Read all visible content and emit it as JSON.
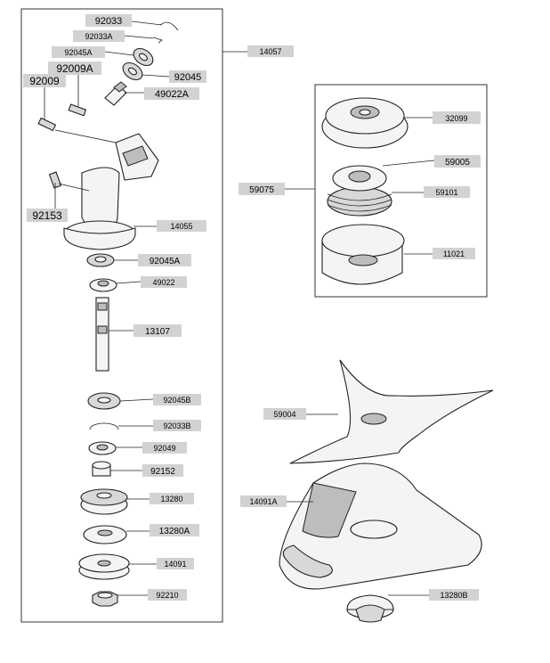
{
  "labels": {
    "p92033": "92033",
    "p92033A": "92033A",
    "p92045A_top": "92045A",
    "p92009A": "92009A",
    "p92009": "92009",
    "p92045_top": "92045",
    "p49022A": "49022A",
    "p14057": "14057",
    "p92153": "92153",
    "p14055": "14055",
    "p92045A": "92045A",
    "p49022": "49022",
    "p13107": "13107",
    "p92045B": "92045B",
    "p92033B": "92033B",
    "p92049": "92049",
    "p92152": "92152",
    "p13280": "13280",
    "p13280A": "13280A",
    "p14091": "14091",
    "p92210": "92210",
    "p32099": "32099",
    "p59005": "59005",
    "p59075": "59075",
    "p59101": "59101",
    "p11021": "11021",
    "p59004": "59004",
    "p14091A": "14091A",
    "p13280B": "13280B"
  }
}
